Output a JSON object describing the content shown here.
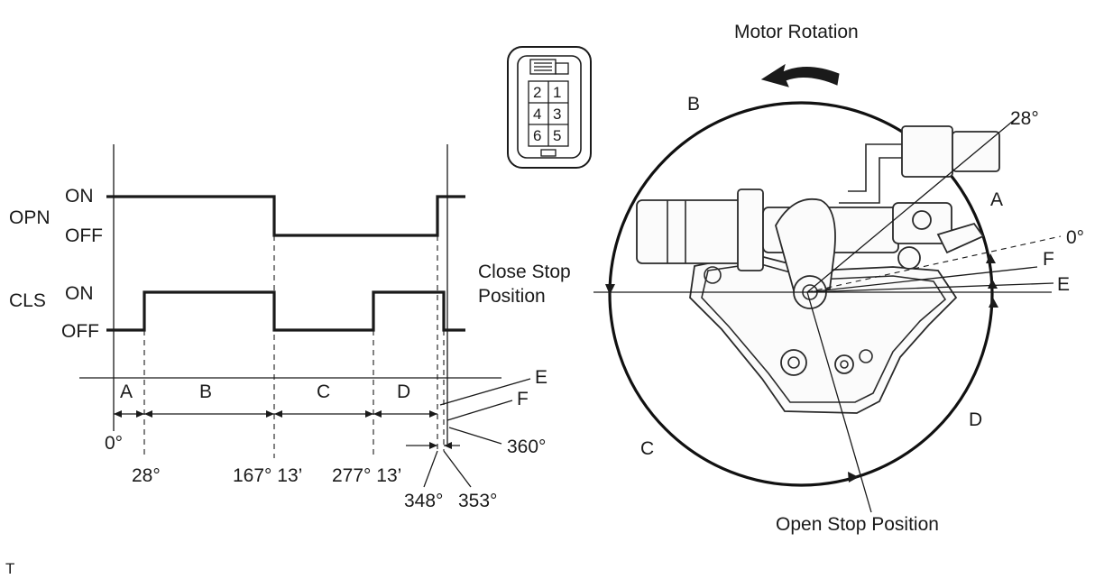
{
  "timing_chart": {
    "signals": [
      {
        "name": "OPN",
        "on_label": "ON",
        "off_label": "OFF"
      },
      {
        "name": "CLS",
        "on_label": "ON",
        "off_label": "OFF"
      }
    ],
    "sections": [
      "A",
      "B",
      "C",
      "D"
    ],
    "angle_labels": {
      "a0": "0°",
      "a28": "28°",
      "a167": "167° 13’",
      "a277": "277° 13’",
      "a348": "348°",
      "a353": "353°",
      "a360": "360°"
    },
    "edge_labels": {
      "e": "E",
      "f": "F"
    }
  },
  "connector": {
    "pins": [
      "2",
      "1",
      "4",
      "3",
      "6",
      "5"
    ]
  },
  "rotation_diagram": {
    "title": "Motor Rotation",
    "close_stop_label_line1": "Close Stop",
    "close_stop_label_line2": "Position",
    "open_stop_label": "Open Stop Position",
    "zone_labels": {
      "a": "A",
      "b": "B",
      "c": "C",
      "d": "D",
      "e": "E",
      "f": "F"
    },
    "angle_labels": {
      "a28": "28°",
      "a0": "0°"
    }
  },
  "footer": {
    "mark": "T"
  }
}
